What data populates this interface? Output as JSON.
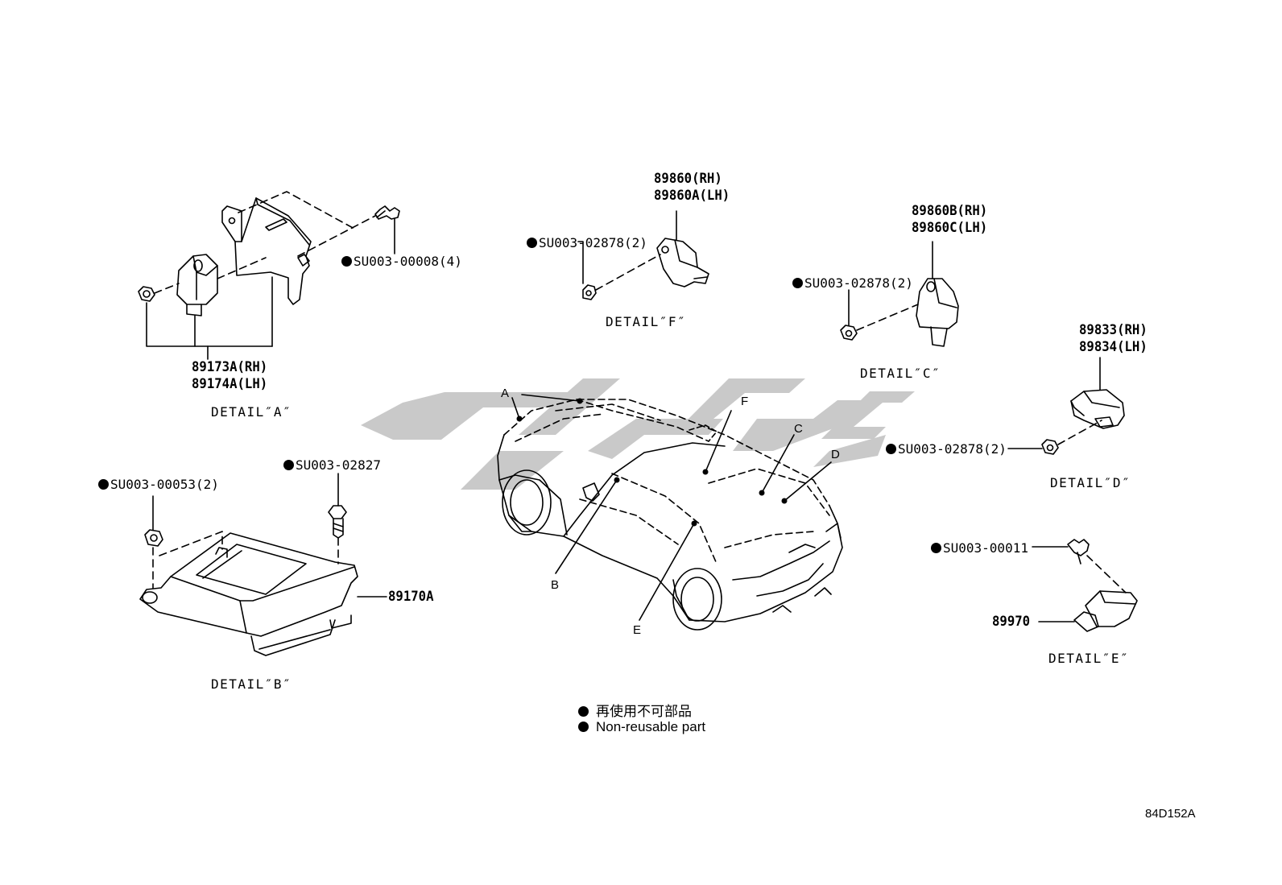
{
  "diagram": {
    "detail_a": {
      "part_numbers": [
        "89173A(RH)",
        "89174A(LH)"
      ],
      "fastener": "SU003-00008(4)",
      "caption": "DETAIL″A″"
    },
    "detail_b": {
      "part_number": "89170A",
      "fastener_left": "SU003-00053(2)",
      "fastener_top": "SU003-02827",
      "caption": "DETAIL″B″"
    },
    "detail_f": {
      "part_numbers": [
        "89860(RH)",
        "89860A(LH)"
      ],
      "fastener": "SU003-02878(2)",
      "caption": "DETAIL″F″"
    },
    "detail_c": {
      "part_numbers": [
        "89860B(RH)",
        "89860C(LH)"
      ],
      "fastener": "SU003-02878(2)",
      "caption": "DETAIL″C″"
    },
    "detail_d": {
      "part_numbers": [
        "89833(RH)",
        "89834(LH)"
      ],
      "fastener": "SU003-02878(2)",
      "caption": "DETAIL″D″"
    },
    "detail_e": {
      "part_number": "89970",
      "fastener": "SU003-00011",
      "caption": "DETAIL″E″"
    },
    "vehicle_callouts": [
      "A",
      "B",
      "C",
      "D",
      "E",
      "F"
    ],
    "legend": {
      "japanese": "再使用不可部品",
      "english": "Non-reusable part"
    },
    "drawing_code": "84D152A"
  },
  "colors": {
    "line": "#000000",
    "watermark": "#c8c8c8",
    "background": "#ffffff"
  }
}
